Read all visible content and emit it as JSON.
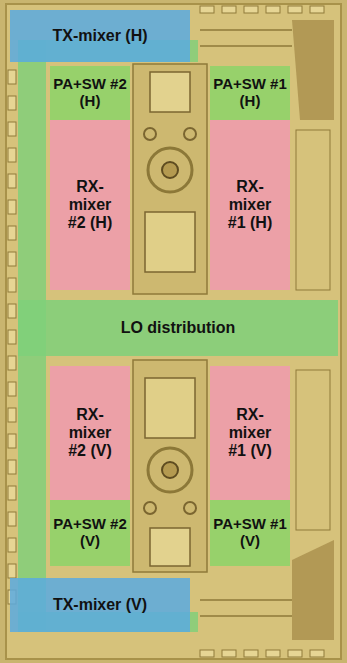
{
  "diagram": {
    "nodes": [
      {
        "text": [
          "TX-mixer (H)"
        ]
      },
      {
        "text": [
          "PA+SW #2 (H)"
        ]
      },
      {
        "text": [
          "PA+SW #1 (H)"
        ]
      },
      {
        "text": [
          "RX- mixer #2 (H)"
        ]
      },
      {
        "text": [
          "RX- mixer #1 (H)"
        ]
      },
      {
        "text": [
          "LO distribution"
        ]
      },
      {
        "text": [
          "RX- mixer #2 (V)"
        ]
      },
      {
        "text": [
          "RX- mixer #1 (V)"
        ]
      },
      {
        "text": [
          "PA+SW #2 (V)"
        ]
      },
      {
        "text": [
          "PA+SW #1 (V)"
        ]
      },
      {
        "text": [
          "TX-mixer (V)"
        ]
      }
    ]
  }
}
